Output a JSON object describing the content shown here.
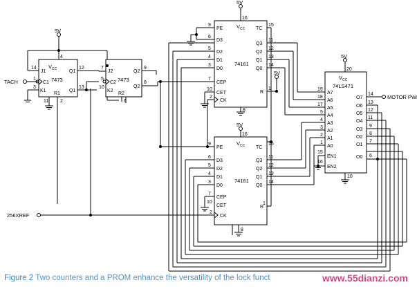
{
  "supply": {
    "label": "5V"
  },
  "inputs": {
    "tach": "TACH",
    "ref": "256XREF"
  },
  "output": {
    "pwm": "MOTOR PWM"
  },
  "chips": {
    "ff1": {
      "part": "7473",
      "vcc": "V",
      "vcc_sub": "CC",
      "pins": {
        "j": "J1",
        "c": "C1",
        "k": "K1",
        "r": "R1",
        "q": "Q1",
        "qb": "Q1"
      }
    },
    "ff2": {
      "part": "7473",
      "pins": {
        "j": "J2",
        "c": "C2",
        "k": "K2",
        "r": "R2",
        "q": "Q2",
        "qb": "Q2"
      }
    },
    "cnt1": {
      "part": "74161",
      "vcc": "V",
      "vcc_sub": "CC"
    },
    "cnt2": {
      "part": "74161",
      "vcc": "V",
      "vcc_sub": "CC"
    },
    "prom": {
      "part": "74LS471",
      "vcc": "V",
      "vcc_sub": "CC"
    }
  },
  "counter_pins": {
    "left": [
      "PE",
      "D3",
      "D2",
      "D1",
      "D0",
      "CEP",
      "CET",
      "CK"
    ],
    "right": [
      "TC",
      "Q3",
      "Q2",
      "Q1",
      "Q0",
      "R"
    ]
  },
  "prom_pins": {
    "left": [
      "A7",
      "A6",
      "A5",
      "A4",
      "A3",
      "A2",
      "A1",
      "A0",
      "EN1",
      "EN2"
    ],
    "right": [
      "O7",
      "O6",
      "O5",
      "O4",
      "O3",
      "O2",
      "O1",
      "O0"
    ]
  },
  "pin_numbers": {
    "ff1": {
      "vcc": "4",
      "j": "14",
      "c": "1",
      "k": "3",
      "gnd": "11",
      "r": "2",
      "q": "12",
      "qb": "13"
    },
    "ff2": {
      "j": "7",
      "c": "5",
      "k": "10",
      "r": "6",
      "q": "9",
      "qb": "8"
    },
    "cnt1": {
      "vcc": "16",
      "pe": "9",
      "d3": "6",
      "d2": "5",
      "d1": "4",
      "d0": "3",
      "cep": "7",
      "cet": "10",
      "ck": "2",
      "tc": "15",
      "q3": "11",
      "q2": "12",
      "q1": "13",
      "q0": "14",
      "r": "1",
      "gnd": "8"
    },
    "cnt2": {
      "vcc": "16",
      "pe": "9",
      "d3": "6",
      "d2": "5",
      "d1": "4",
      "d0": "3",
      "cep": "7",
      "cet": "10",
      "ck": "2",
      "tc": "15",
      "q3": "11",
      "q2": "12",
      "q1": "13",
      "q0": "14",
      "r": "1",
      "gnd": "8"
    },
    "prom": {
      "vcc": "20",
      "a7": "19",
      "a6": "18",
      "a5": "17",
      "a4": "5",
      "a3": "4",
      "a2": "3",
      "a1": "2",
      "a0": "1",
      "en1": "15",
      "en2": "16",
      "gnd": "10",
      "o7": "14",
      "o6": "13",
      "o5": "12",
      "o4": "11",
      "o3": "9",
      "o2": "8",
      "o1": "7",
      "o0": "6"
    }
  },
  "caption": {
    "figure": "Figure 2",
    "text": "Two counters and a PROM enhance the versatility of the lock funct"
  },
  "watermark": {
    "brand": "www.55dianzi.com"
  }
}
